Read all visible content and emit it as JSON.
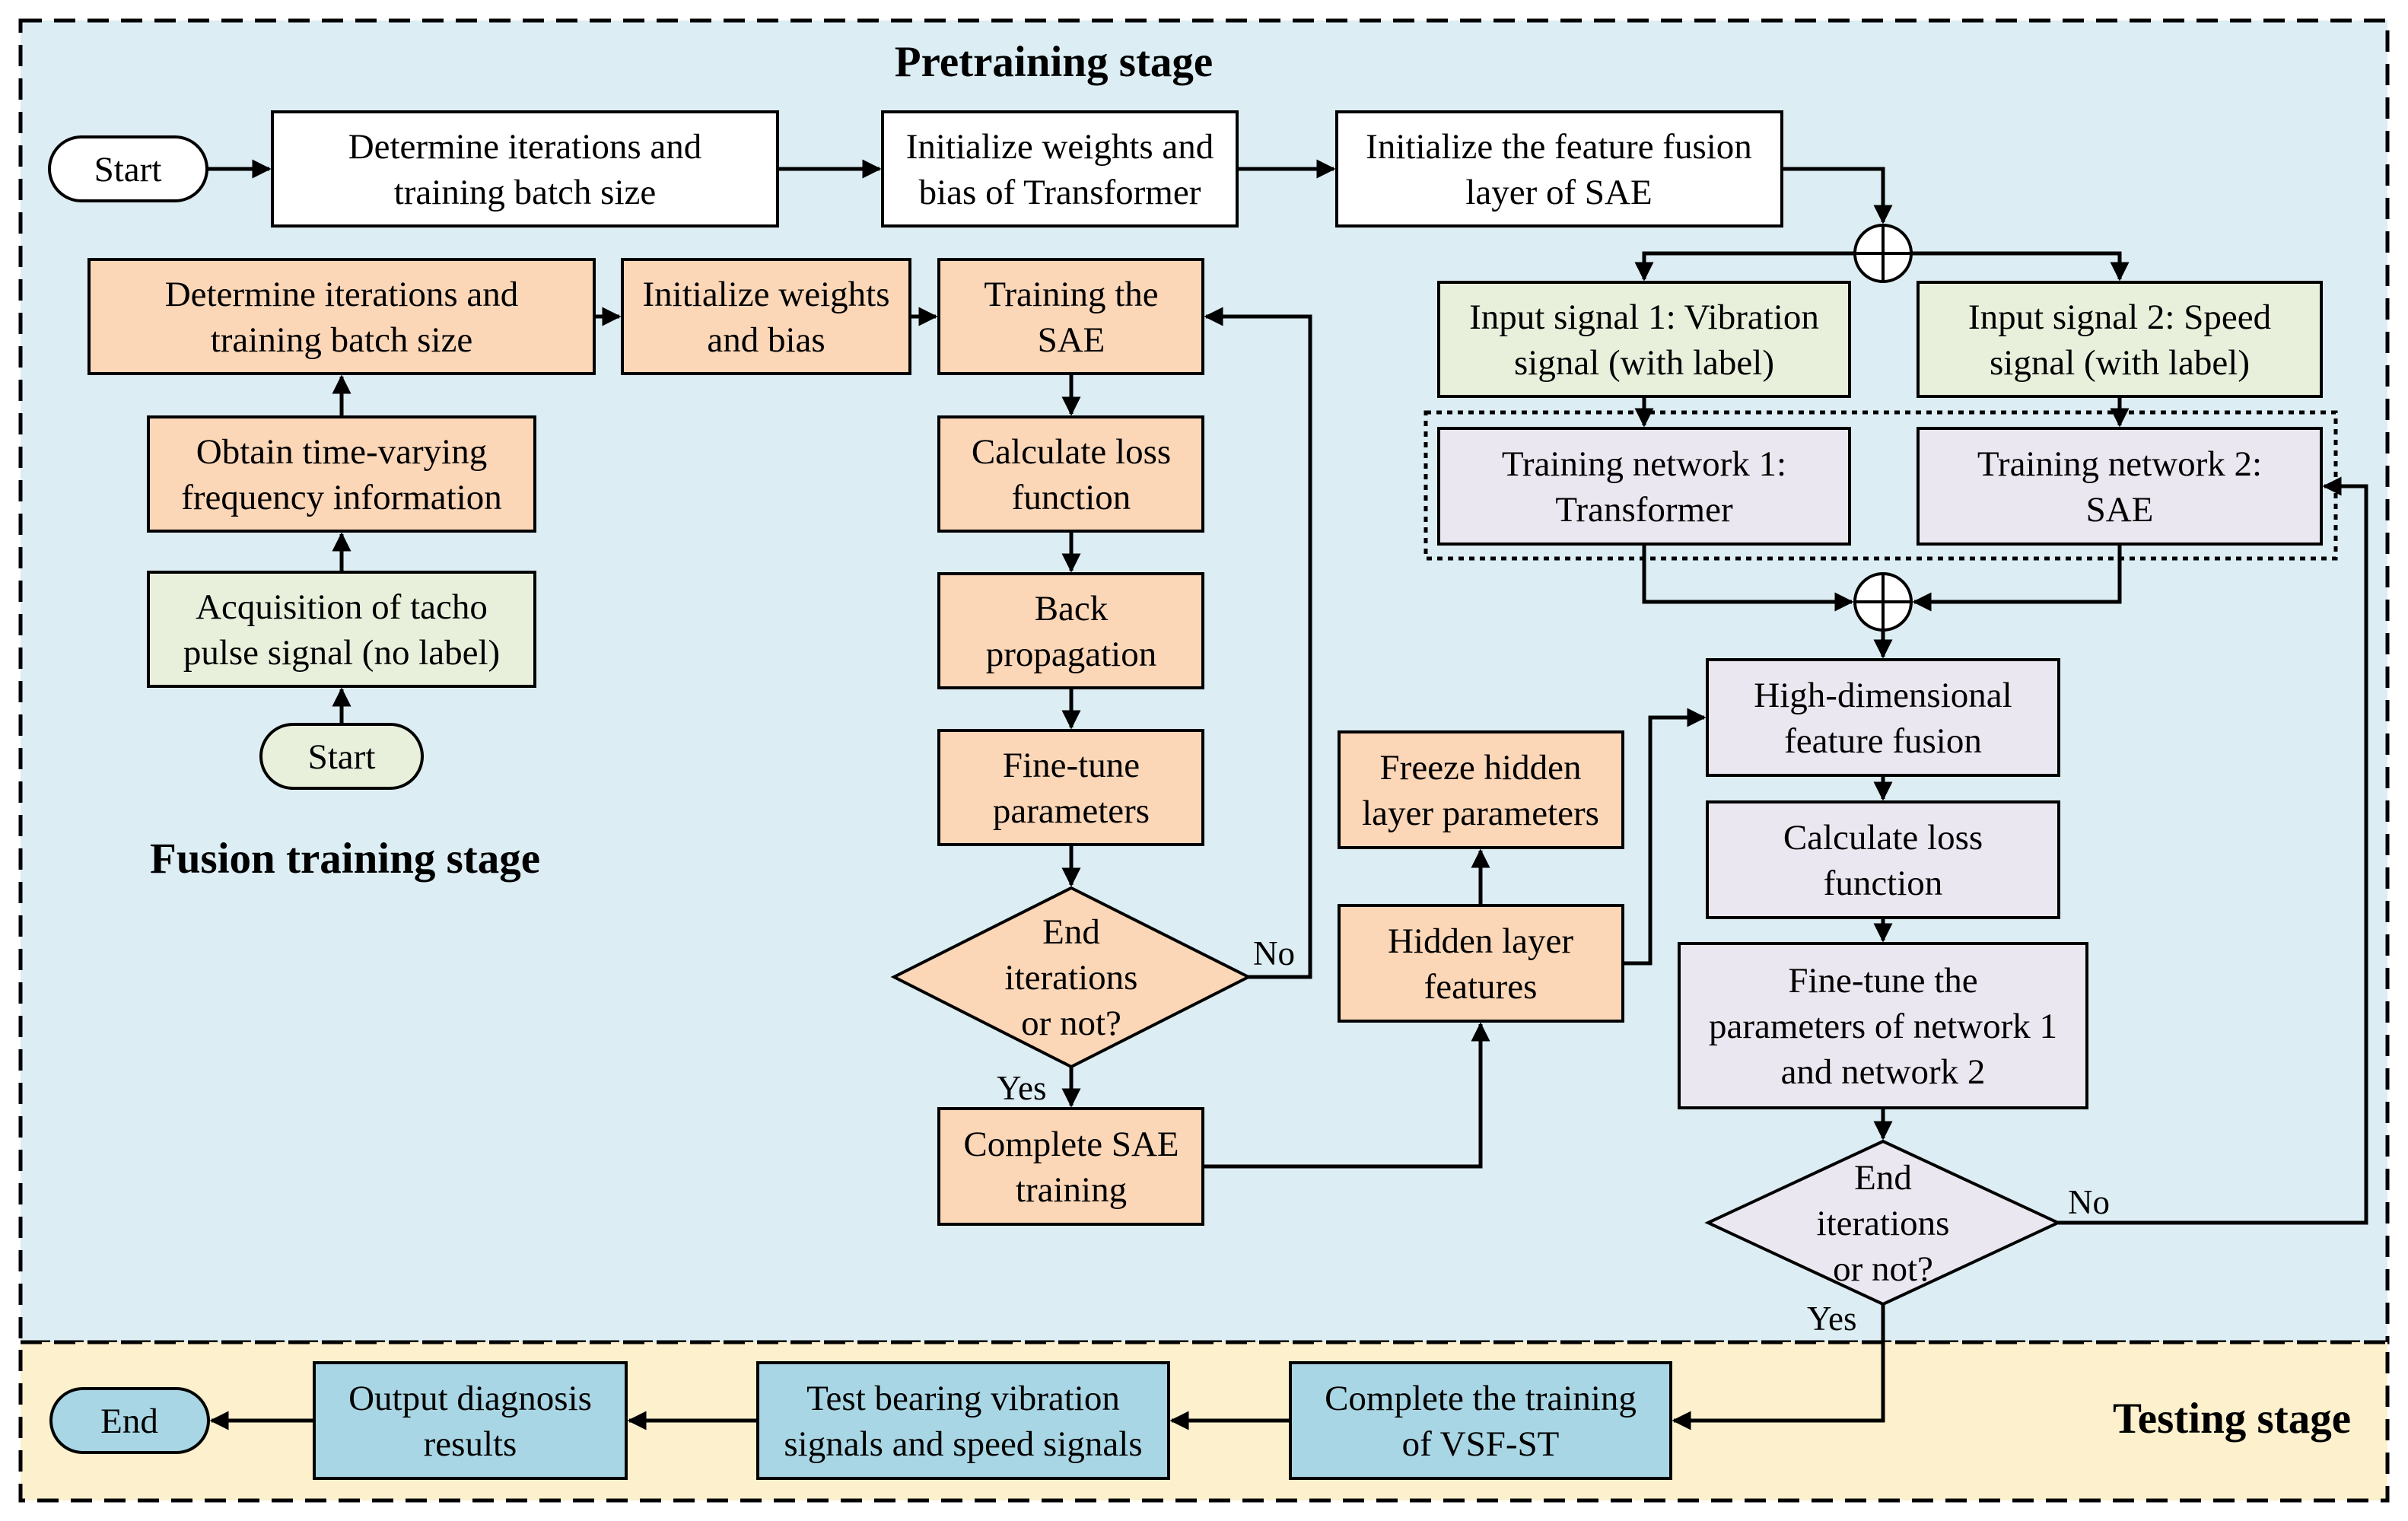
{
  "colors": {
    "pretraining_bg": "#dcedf3",
    "testing_bg": "#fcf0cd",
    "white": "#ffffff",
    "orange": "#fbd6b7",
    "green": "#e8f0dc",
    "lavender": "#ebe7f0",
    "blue": "#a9d6e4"
  },
  "stages": {
    "pretraining": "Pretraining stage",
    "fusion": "Fusion training stage",
    "testing": "Testing stage"
  },
  "nodes": {
    "start_top": [
      "Start"
    ],
    "determine_top": [
      "Determine iterations and",
      "training batch size"
    ],
    "init_transformer": [
      "Initialize weights and",
      "bias of Transformer"
    ],
    "init_fusion_layer": [
      "Initialize the feature fusion",
      "layer of SAE"
    ],
    "determine_left": [
      "Determine iterations and",
      "training batch size"
    ],
    "init_weights": [
      "Initialize weights",
      "and bias"
    ],
    "train_sae": [
      "Training the",
      "SAE"
    ],
    "obtain_freq": [
      "Obtain time-varying",
      "frequency information"
    ],
    "acquire_tacho": [
      "Acquisition of tacho",
      "pulse signal (no label)"
    ],
    "start_left": [
      "Start"
    ],
    "calc_loss_left": [
      "Calculate loss",
      "function"
    ],
    "back_prop": [
      "Back",
      "propagation"
    ],
    "fine_tune_left": [
      "Fine-tune",
      "parameters"
    ],
    "end_iter_left": [
      "End",
      "iterations",
      "or not?"
    ],
    "complete_sae": [
      "Complete SAE",
      "training"
    ],
    "freeze_hidden": [
      "Freeze hidden",
      "layer parameters"
    ],
    "hidden_features": [
      "Hidden layer",
      "features"
    ],
    "input1": [
      "Input signal 1: Vibration",
      "signal (with label)"
    ],
    "input2": [
      "Input signal 2: Speed",
      "signal (with label)"
    ],
    "net1": [
      "Training network 1:",
      "Transformer"
    ],
    "net2": [
      "Training network 2:",
      "SAE"
    ],
    "hd_fusion": [
      "High-dimensional",
      "feature fusion"
    ],
    "calc_loss_right": [
      "Calculate loss",
      "function"
    ],
    "fine_tune_right": [
      "Fine-tune the",
      "parameters of network 1",
      "and network 2"
    ],
    "end_iter_right": [
      "End",
      "iterations",
      "or not?"
    ],
    "end": [
      "End"
    ],
    "output_results": [
      "Output diagnosis",
      "results"
    ],
    "test_signals": [
      "Test bearing vibration",
      "signals and speed signals"
    ],
    "complete_vsf": [
      "Complete the training",
      "of VSF-ST"
    ]
  },
  "edge_labels": {
    "no_left": "No",
    "yes_left": "Yes",
    "no_right": "No",
    "yes_right": "Yes"
  }
}
